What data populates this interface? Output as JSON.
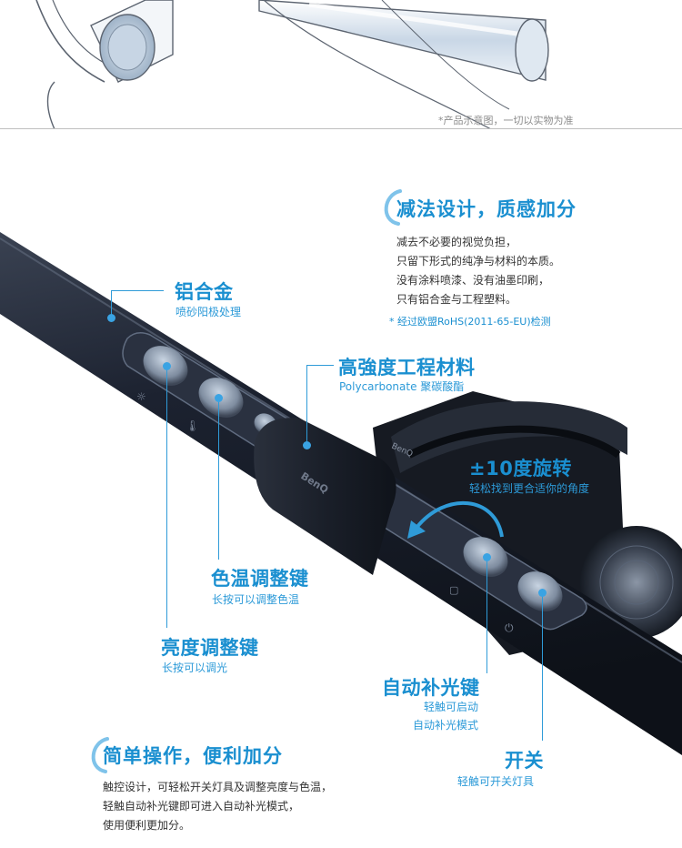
{
  "top_note": "*产品示意图，一切以实物为准",
  "section1": {
    "title": "减法设计，质感加分",
    "body": [
      "减去不必要的视觉负担，",
      "只留下形式的纯净与材料的本质。",
      "没有涂料喷漆、没有油墨印刷，",
      "只有铝合金与工程塑料。"
    ],
    "note": "* 经过欧盟RoHS(2011-65-EU)检测"
  },
  "callouts": {
    "aluminum": {
      "title": "铝合金",
      "sub": "喷砂阳极处理"
    },
    "material": {
      "title": "高強度工程材料",
      "sub": "Polycarbonate 聚碳酸酯"
    },
    "rotation": {
      "title": "±10度旋转",
      "sub": "轻松找到更合适你的角度"
    },
    "color_temp": {
      "title": "色温调整键",
      "sub": "长按可以调整色温"
    },
    "brightness": {
      "title": "亮度调整键",
      "sub": "长按可以调光"
    },
    "auto_light": {
      "title": "自动补光键",
      "sub_lines": [
        "轻触可启动",
        "自动补光模式"
      ]
    },
    "power": {
      "title": "开关",
      "sub": "轻触可开关灯具"
    }
  },
  "section2": {
    "title": "简单操作，便利加分",
    "body": [
      "触控设计，可轻松开关灯具及调整亮度与色温，",
      "轻触自动补光键即可进入自动补光模式，",
      "使用便利更加分。"
    ]
  },
  "brand": {
    "clip_logo": "BenQ",
    "hinge_logo": "BenQ"
  },
  "colors": {
    "accent": "#1a8fd0",
    "bar": "#1b2130",
    "background": "#ffffff"
  }
}
